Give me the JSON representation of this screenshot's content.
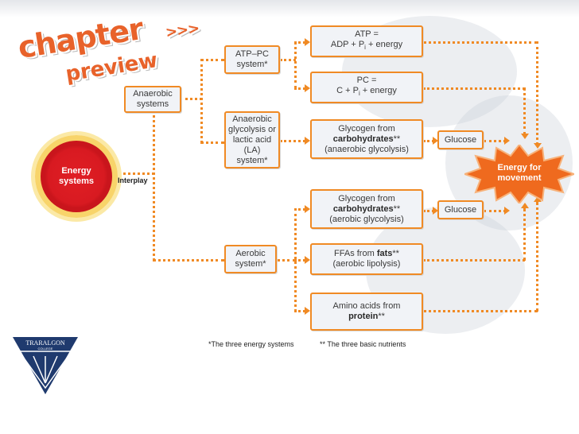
{
  "header": {
    "title": "chapter",
    "subtitle": "preview",
    "arrows": ">>>"
  },
  "center": {
    "label": "Energy systems",
    "interplay": "Interplay"
  },
  "branches": {
    "anaerobic": "Anaerobic systems",
    "atp_pc": "ATP–PC system*",
    "la_system": "Anaerobic glycolysis or lactic acid (LA) system*",
    "aerobic": "Aerobic system*"
  },
  "atp_pc_boxes": {
    "atp": {
      "line1": "ATP =",
      "line2": "ADP + P",
      "sub": "i",
      "line2b": " + energy"
    },
    "pc": {
      "line1": "PC =",
      "line2": "C + P",
      "sub": "i",
      "line2b": " + energy"
    }
  },
  "fuels": {
    "glycogen_anaerobic": {
      "l1": "Glycogen from",
      "bold": "carbohydrates",
      "stars": "**",
      "l3": "(anaerobic glycolysis)"
    },
    "glycogen_aerobic": {
      "l1": "Glycogen from",
      "bold": "carbohydrates",
      "stars": "**",
      "l3": "(aerobic glycolysis)"
    },
    "ffa": {
      "l1": "FFAs from ",
      "bold": "fats",
      "stars": "**",
      "l3": "(aerobic lipolysis)"
    },
    "amino": {
      "l1": "Amino acids from",
      "bold": "protein",
      "stars": "**"
    }
  },
  "glucose": {
    "label": "Glucose"
  },
  "output": {
    "label": "Energy for movement"
  },
  "footnotes": {
    "systems": "*The three energy systems",
    "nutrients": "** The three basic nutrients"
  },
  "logo": {
    "text": "TRARALGON",
    "sub": "COLLEGE"
  },
  "colors": {
    "accent": "#f08a24",
    "red": "#d81a21",
    "box": "#f1f3f7"
  }
}
